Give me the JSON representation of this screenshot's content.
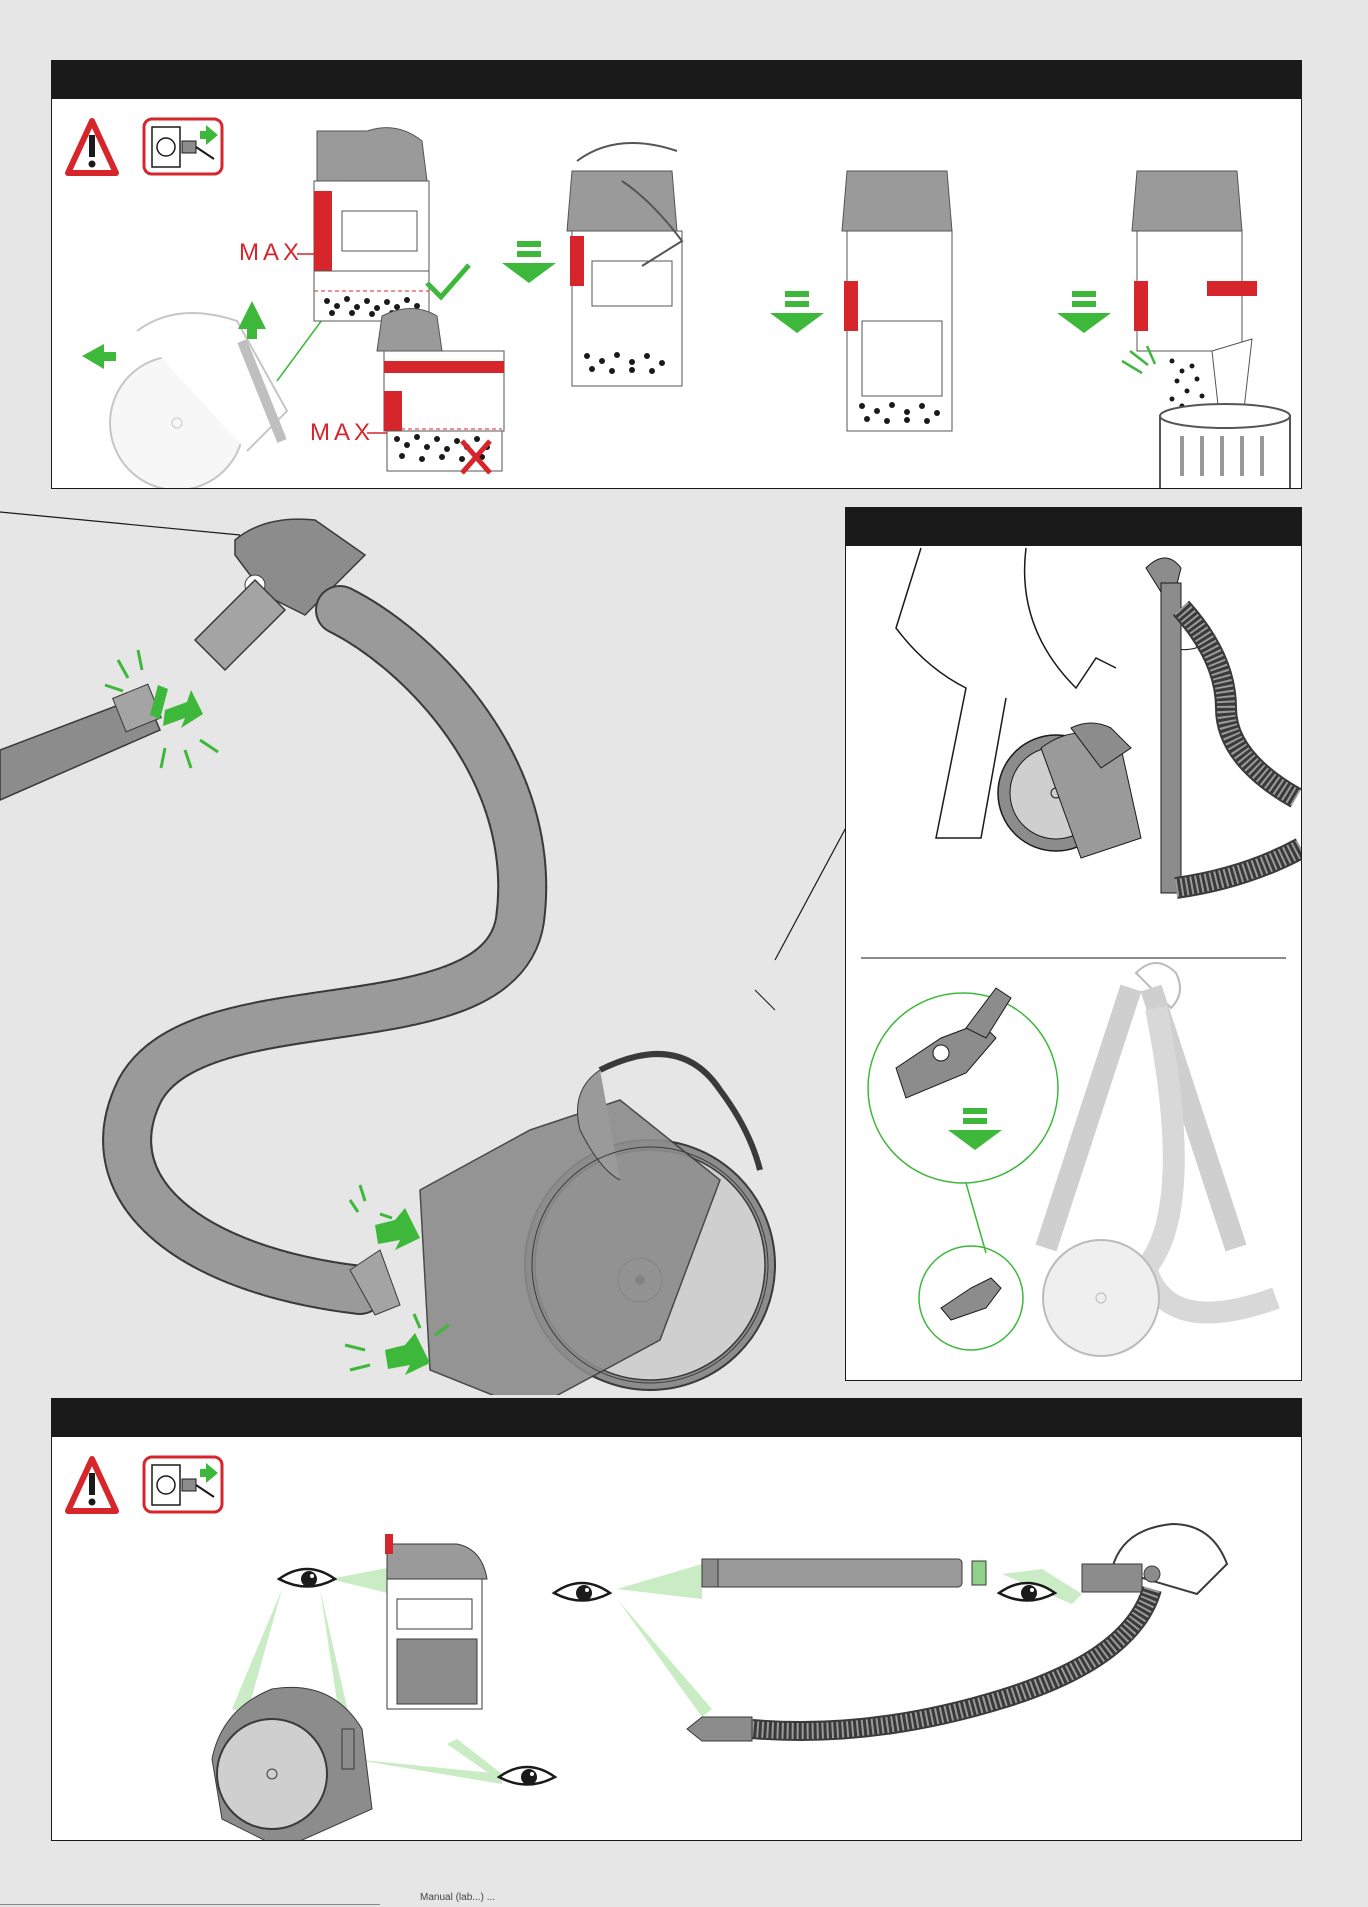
{
  "step_empty_bin": {
    "max_label_ok": "MAX",
    "max_label_full": "MAX",
    "warning_icon": "warning-triangle-icon",
    "unplug_icon": "unplug-icon"
  },
  "step_check_blockages": {
    "warning_icon": "warning-triangle-icon",
    "unplug_icon": "unplug-icon"
  },
  "footer": {
    "text": "Manual (lab...) ..."
  },
  "colors": {
    "accent_green": "#3db83a",
    "accent_red": "#d6262b",
    "panel_bar": "#1a1a1a",
    "device_grey": "#8c8c8c"
  }
}
